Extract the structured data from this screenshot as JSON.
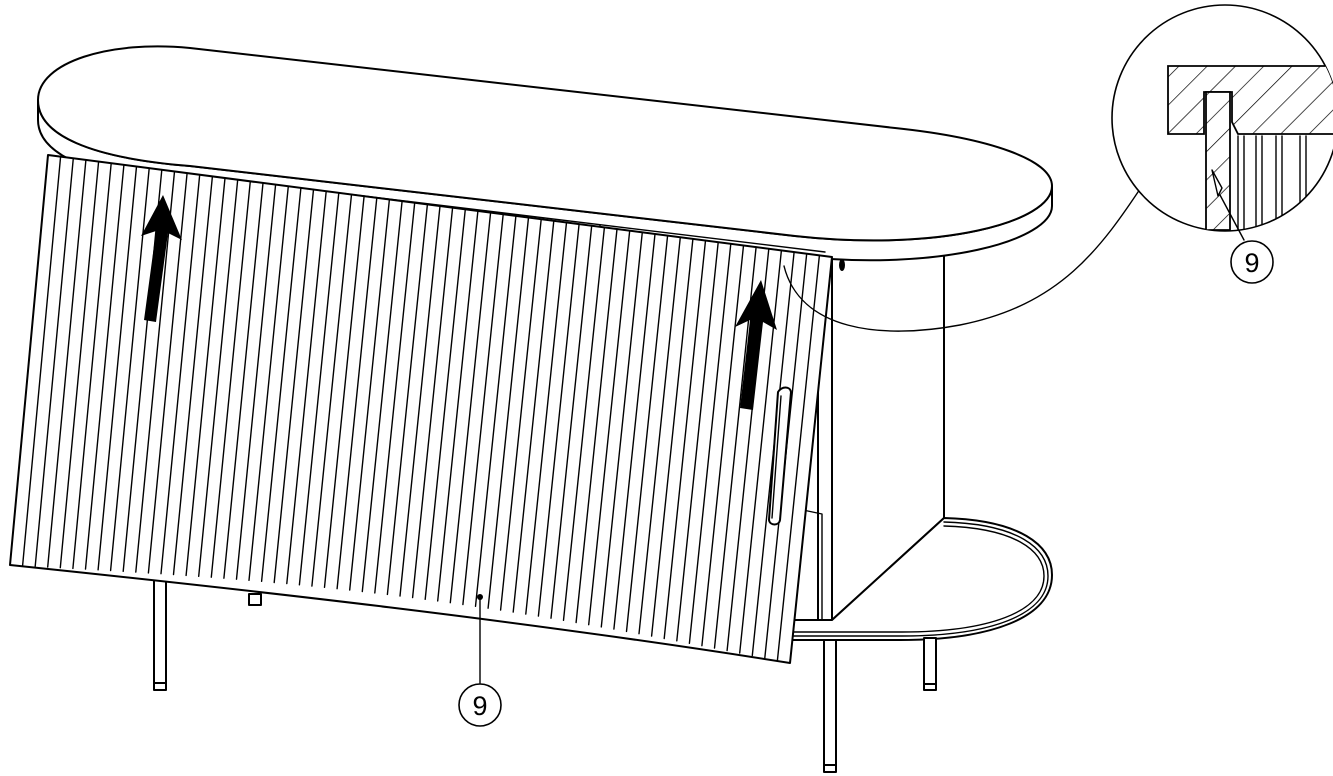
{
  "callouts": {
    "main_label": "9",
    "detail_label": "9"
  },
  "arrows": {
    "count": 2,
    "direction": "up",
    "color": "#000000"
  },
  "colors": {
    "line": "#000000",
    "background": "#ffffff"
  }
}
